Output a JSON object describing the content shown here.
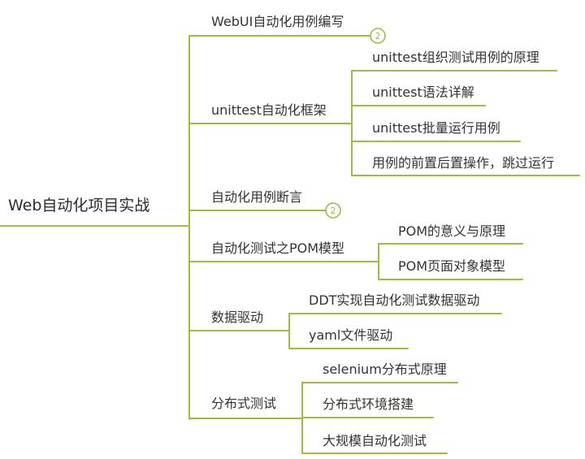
{
  "colors": {
    "line": "#9bbf3d",
    "text": "#333333"
  },
  "root": {
    "label": "Web自动化项目实战"
  },
  "branches": [
    {
      "label": "WebUI自动化用例编写",
      "badge": "2",
      "children": []
    },
    {
      "label": "unittest自动化框架",
      "children": [
        "unittest组织测试用例的原理",
        "unittest语法详解",
        "unittest批量运行用例",
        "用例的前置后置操作，跳过运行"
      ]
    },
    {
      "label": "自动化用例断言",
      "badge": "2",
      "children": []
    },
    {
      "label": "自动化测试之POM模型",
      "children": [
        "POM的意义与原理",
        "POM页面对象模型"
      ]
    },
    {
      "label": "数据驱动",
      "children": [
        "DDT实现自动化测试数据驱动",
        "yaml文件驱动"
      ]
    },
    {
      "label": "分布式测试",
      "children": [
        "selenium分布式原理",
        "分布式环境搭建",
        "大规模自动化测试"
      ]
    }
  ]
}
